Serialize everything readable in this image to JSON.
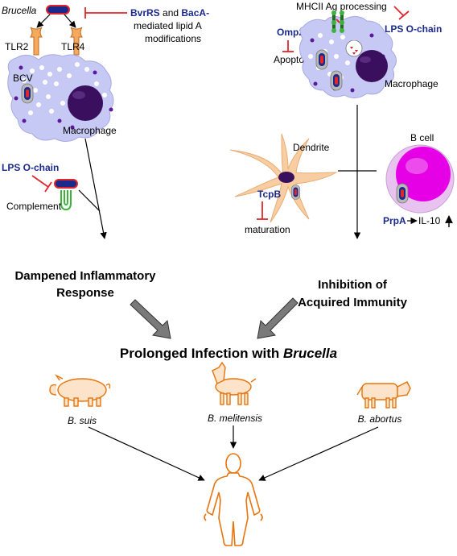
{
  "colors": {
    "inhibit_red": "#e0262b",
    "protein_blue": "#1a2a8c",
    "cell_lavender": "#c7c9f5",
    "nucleus_purple": "#3a0f5e",
    "dendrite_peach": "#f8cda2",
    "bcell_magenta": "#e600e6",
    "animal_fill": "#fde3c9",
    "animal_stroke": "#e8740c",
    "gray_arrow": "#7a7a7a",
    "tlr_orange": "#f4a95c",
    "complement_green": "#3cb43c"
  },
  "labels": {
    "brucella": "Brucella",
    "bvrrs": "BvrRS",
    "and": " and ",
    "baca": "BacA-",
    "lipid_line2": "mediated lipid A",
    "lipid_line3": "modifications",
    "tlr2": "TLR2",
    "tlr4": "TLR4",
    "bcv": "BCV",
    "macrophage_left": "Macrophage",
    "lps_left": "LPS O-chain",
    "complement": "Complement",
    "mhcii": "MHCII Ag processing",
    "omp25": "Omp25",
    "omp25_q": " (?)",
    "lps_right": "LPS O-chain",
    "apoptosis": "Apoptosis",
    "macrophage_right": "Macrophage",
    "dendrite": "Dendrite",
    "bcell": "B cell",
    "tcpb": "TcpB",
    "maturation": "maturation",
    "prpa": "PrpA",
    "il10": "IL-10",
    "dampened_1": "Dampened Inflammatory",
    "dampened_2": "Response",
    "inhibition_1": "Inhibition of",
    "inhibition_2": "Acquired Immunity",
    "prolonged": "Prolonged Infection with ",
    "prolonged_genus": "Brucella",
    "suis": "B. suis",
    "melitensis": "B. melitensis",
    "abortus": "B. abortus"
  },
  "icons": [
    "bacterium-icon",
    "pig-icon",
    "goat-icon",
    "cow-icon",
    "human-icon",
    "tlr-receptor-icon",
    "complement-icon",
    "mhcii-icon",
    "inhibition-bar-icon"
  ]
}
